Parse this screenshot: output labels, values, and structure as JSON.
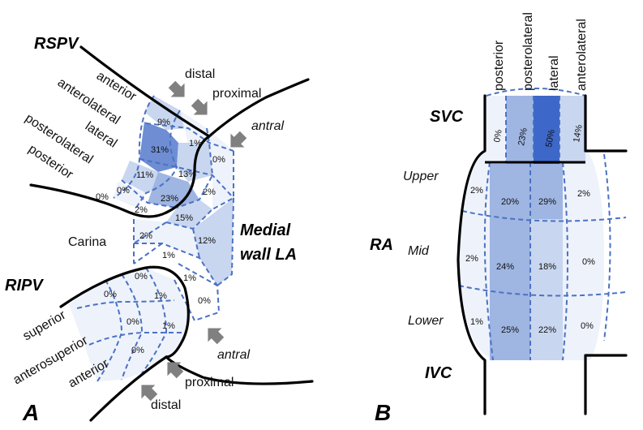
{
  "panel_a": {
    "panel_letter": "A",
    "rspv": "RSPV",
    "ripv": "RIPV",
    "carina": "Carina",
    "medial_wall_1": "Medial",
    "medial_wall_2": "wall LA",
    "rspv_sides": [
      "anterior",
      "anterolateral",
      "lateral",
      "posterolateral",
      "posterior"
    ],
    "ripv_sides": [
      "superior",
      "anterosuperior",
      "anterior"
    ],
    "levels_top": {
      "distal": "distal",
      "proximal": "proximal",
      "antral": "antral"
    },
    "levels_bottom": {
      "antral": "antral",
      "proximal": "proximal",
      "distal": "distal"
    },
    "rspv_values": {
      "distal_anterior": "9%",
      "distal_lateral": "31%",
      "distal_posterolateral": "11%",
      "distal_posterior": "0%",
      "prox_anterior": "1%",
      "prox_lateral": "13%",
      "prox_posterolateral": "23%",
      "prox_posterior": "0%",
      "prox_post2": "2%",
      "antral_anterior": "0%",
      "antral_lateral": "2%"
    },
    "medial_values": {
      "upper": "15%",
      "carina": "2%",
      "main": "12%",
      "low": "1%"
    },
    "ripv_values": {
      "d1": "0%",
      "d2": "0%",
      "d3": "0%",
      "p1": "1%",
      "p2": "1%",
      "p3": "0%",
      "a1": "1%",
      "a2": "0%"
    }
  },
  "panel_b": {
    "panel_letter": "B",
    "svc": "SVC",
    "ra": "RA",
    "ivc": "IVC",
    "columns": [
      "posterior",
      "posterolateral",
      "lateral",
      "anterolateral"
    ],
    "rows": [
      "Upper",
      "Mid",
      "Lower"
    ],
    "svc_values": [
      "0%",
      "23%",
      "50%",
      "14%"
    ],
    "grid": [
      [
        "2%",
        "20%",
        "29%",
        "2%"
      ],
      [
        "2%",
        "24%",
        "18%",
        "0%"
      ],
      [
        "1%",
        "25%",
        "22%",
        "0%"
      ]
    ]
  },
  "colors": {
    "very_light": "#eef2fa",
    "light": "#c9d6ef",
    "medium": "#9fb5e2",
    "dark": "#6e8dd3",
    "darkest": "#3d67c8",
    "dash": "#4a72c4",
    "arrow": "#808080"
  }
}
